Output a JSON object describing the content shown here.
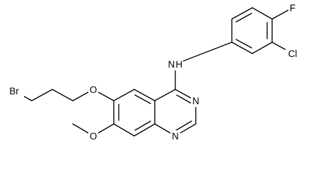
{
  "structure": {
    "atoms": {
      "br": "Br",
      "o_ether": "O",
      "o_methoxy": "O",
      "nh": "N H",
      "n1": "N",
      "n3": "N",
      "cl": "Cl",
      "f": "F"
    }
  },
  "colors": {
    "bond": "#000000",
    "label": "#000000",
    "background": "#ffffff"
  }
}
